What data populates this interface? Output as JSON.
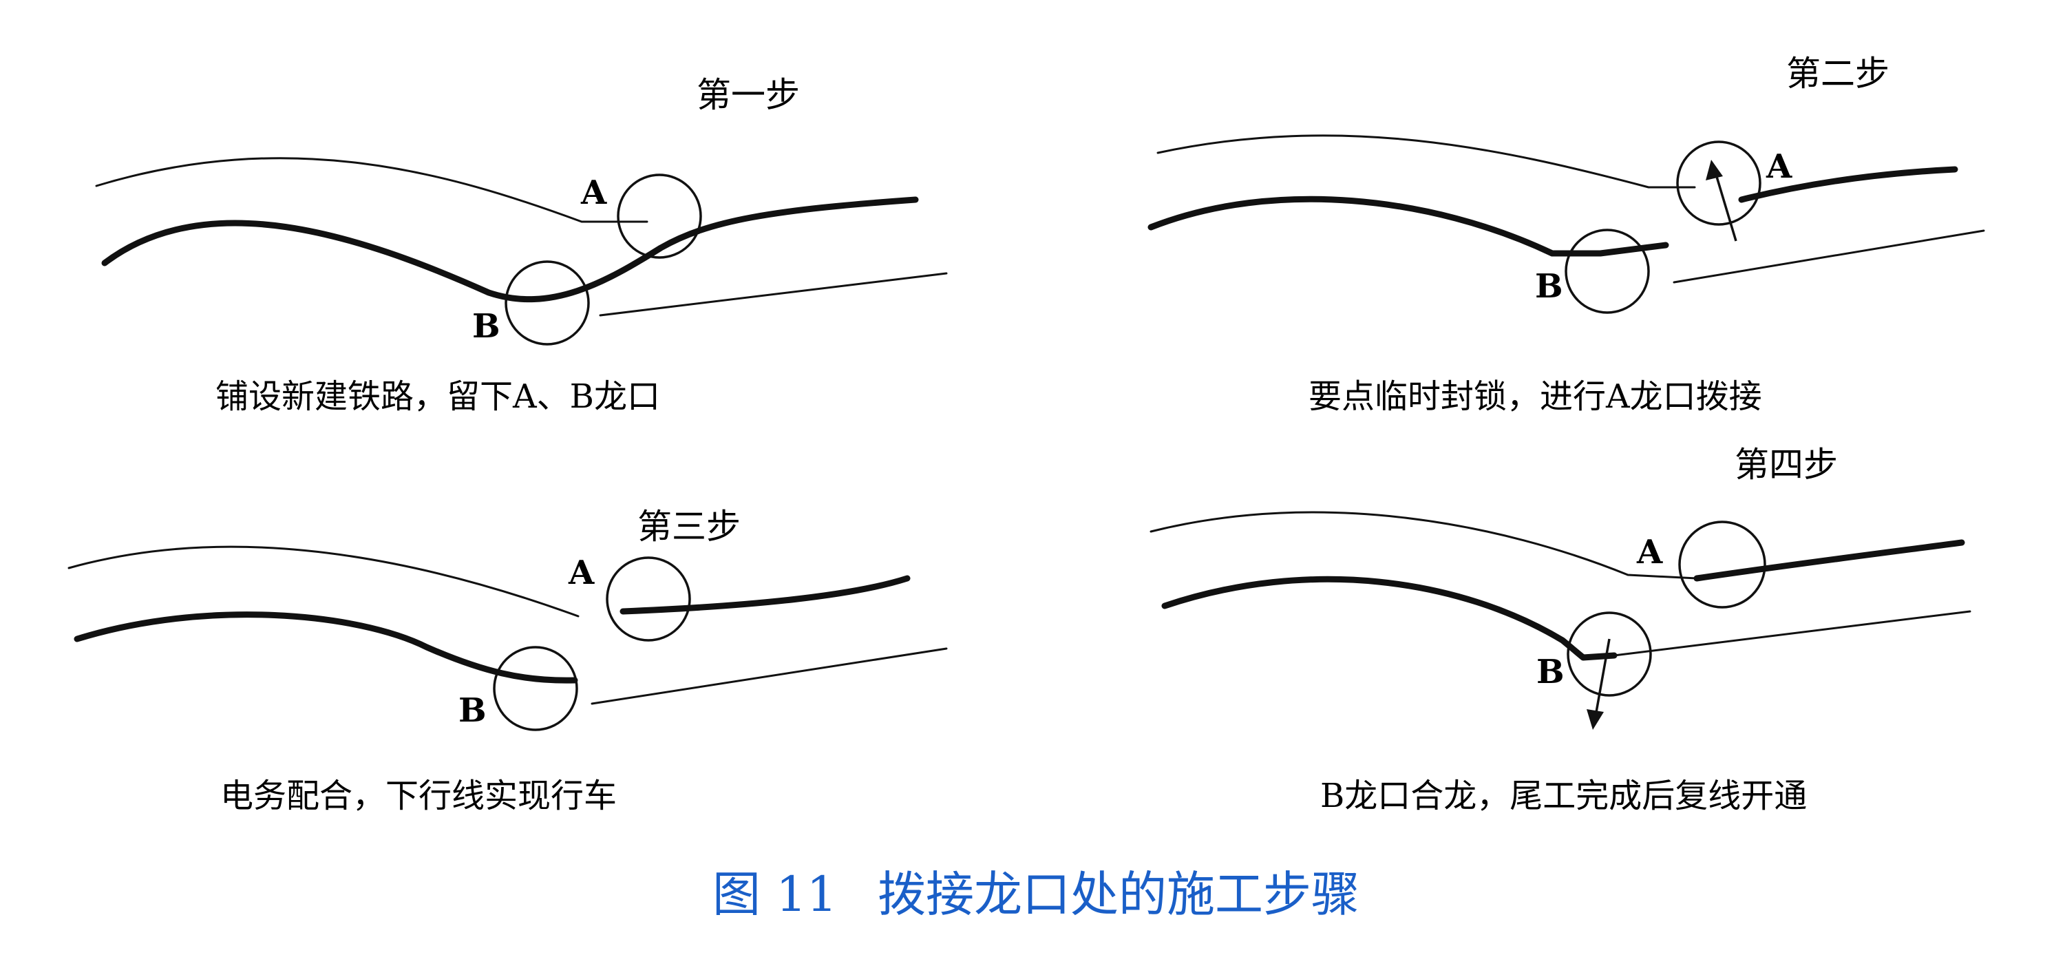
{
  "panels": [
    {
      "step": "第一步",
      "caption": "铺设新建铁路，留下A、B龙口",
      "label_a": "A",
      "label_b": "B"
    },
    {
      "step": "第二步",
      "caption": "要点临时封锁，进行A龙口拨接",
      "label_a": "A",
      "label_b": "B"
    },
    {
      "step": "第三步",
      "caption": "电务配合，下行线实现行车",
      "label_a": "A",
      "label_b": "B"
    },
    {
      "step": "第四步",
      "caption": "B龙口合龙，尾工完成后复线开通",
      "label_a": "A",
      "label_b": "B"
    }
  ],
  "figure_caption": {
    "number": "图 11",
    "title": "拨接龙口处的施工步骤"
  },
  "colors": {
    "ink": "#111111",
    "caption_blue": "#1a5fc8",
    "background": "#ffffff"
  }
}
